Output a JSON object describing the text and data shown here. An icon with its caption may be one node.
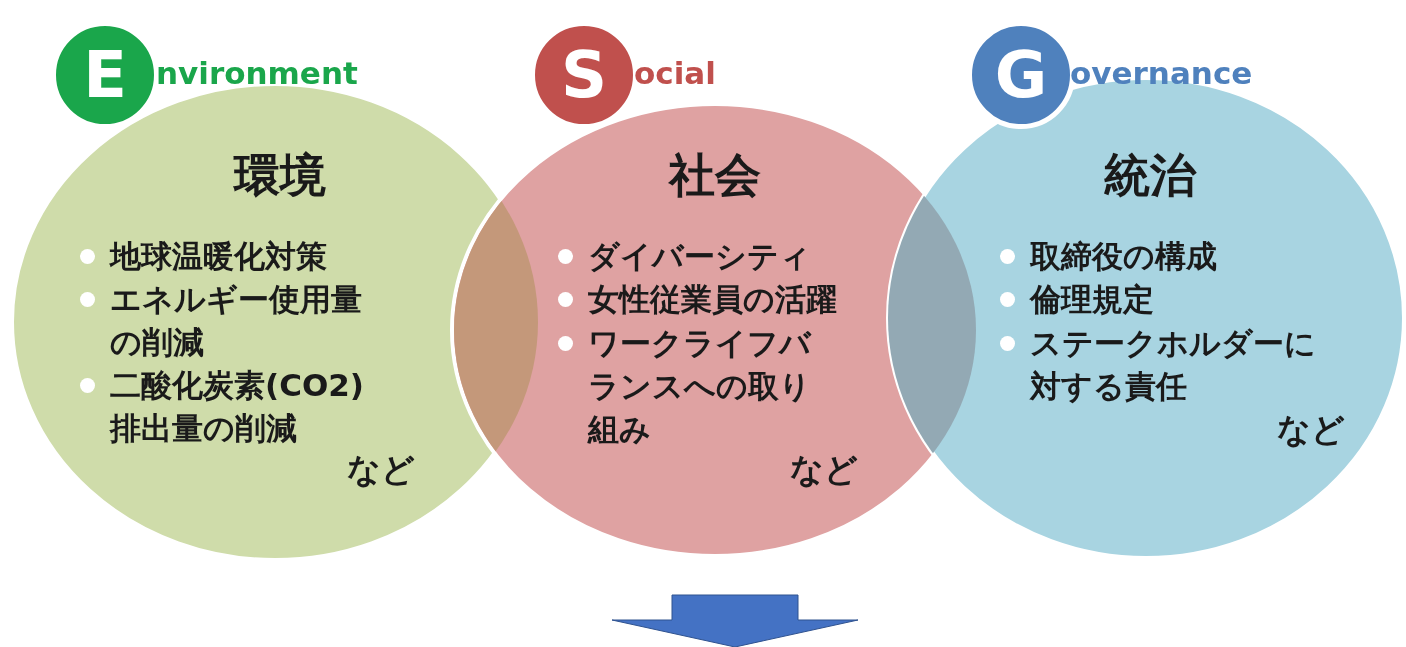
{
  "diagram": {
    "nodes": [
      {
        "text": [
          "環境",
          "地球温暖化対策",
          "エネルギー使用量の削減",
          "二酸化炭素(CO2)排出量の削減",
          "など"
        ]
      },
      {
        "text": [
          "E"
        ],
        "beside": [
          "nvironment"
        ]
      },
      {
        "text": [
          "社会",
          "ダイバーシティ",
          "女性従業員の活躍",
          "ワークライフバランスへの取り組み",
          "など"
        ]
      },
      {
        "text": [
          "S"
        ],
        "beside": [
          "ocial"
        ]
      },
      {
        "text": [
          "統治",
          "取締役の構成",
          "倫理規定",
          "ステークホルダーに対する責任",
          "など"
        ]
      },
      {
        "text": [
          "G"
        ],
        "beside": [
          "overnance"
        ]
      }
    ],
    "edges": []
  }
}
